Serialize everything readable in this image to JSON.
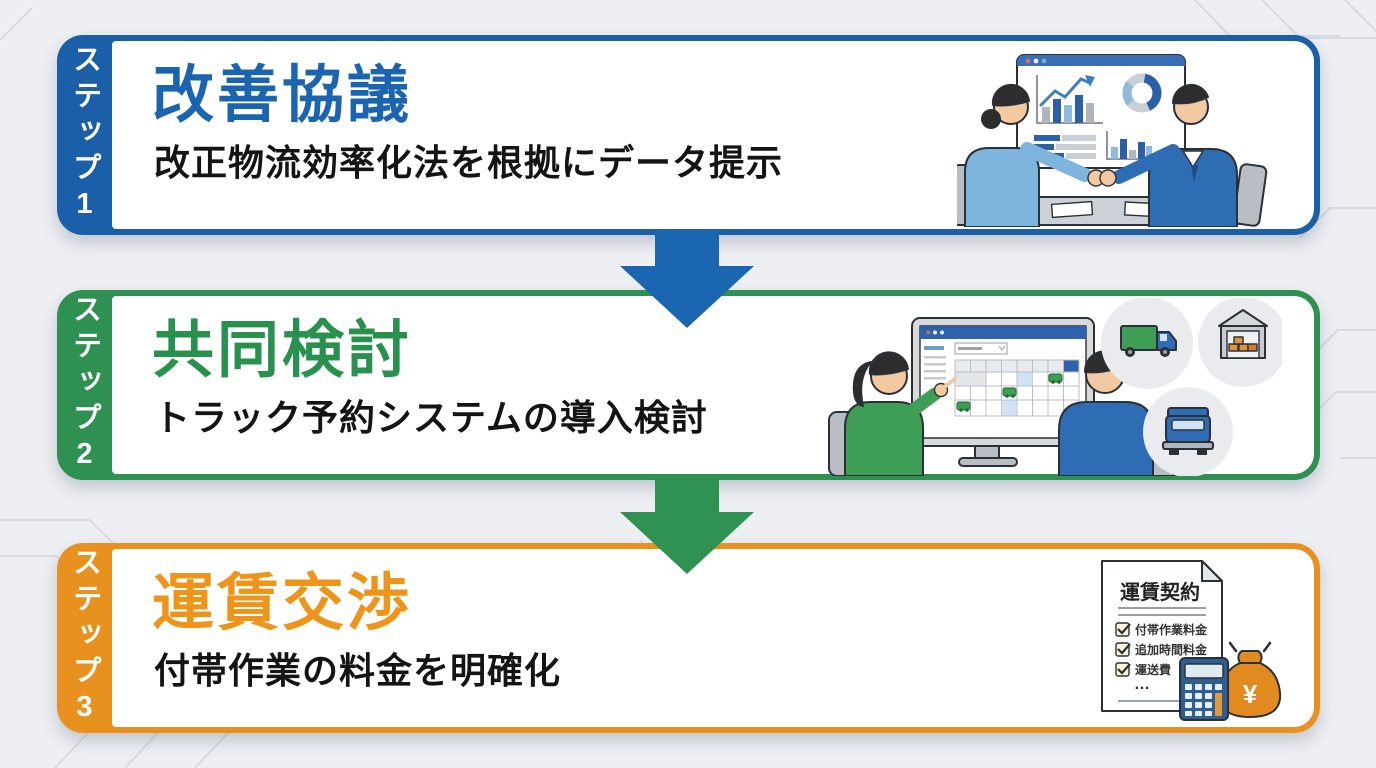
{
  "page": {
    "background_color": "#edeff2",
    "line_pattern_color": "#d7dbe2"
  },
  "steps": [
    {
      "step_label": "ステップ1",
      "title": "改善協議",
      "subtitle": "改正物流効率化法を根拠にデータ提示",
      "color": "#1b5fa9",
      "title_color": "#1a64b0",
      "illustration": "two-people-handshake-over-table-with-charts"
    },
    {
      "step_label": "ステップ2",
      "title": "共同検討",
      "subtitle": "トラック予約システムの導入検討",
      "color": "#2e9151",
      "title_color": "#28914d",
      "illustration": "two-people-reviewing-truck-booking-calendar"
    },
    {
      "step_label": "ステップ3",
      "title": "運賃交渉",
      "subtitle": "付帯作業の料金を明確化",
      "color": "#e8911e",
      "title_color": "#ee9418",
      "illustration": "freight-contract-document-calculator-money-bag"
    }
  ],
  "arrows": [
    {
      "direction": "down",
      "color": "#1b66b1"
    },
    {
      "direction": "down",
      "color": "#2f9152"
    }
  ],
  "contract_doc": {
    "title": "運賃契約",
    "items": [
      "付帯作業料金",
      "追加時間料金",
      "運送費"
    ],
    "ellipsis": "…",
    "currency_symbol": "¥"
  }
}
